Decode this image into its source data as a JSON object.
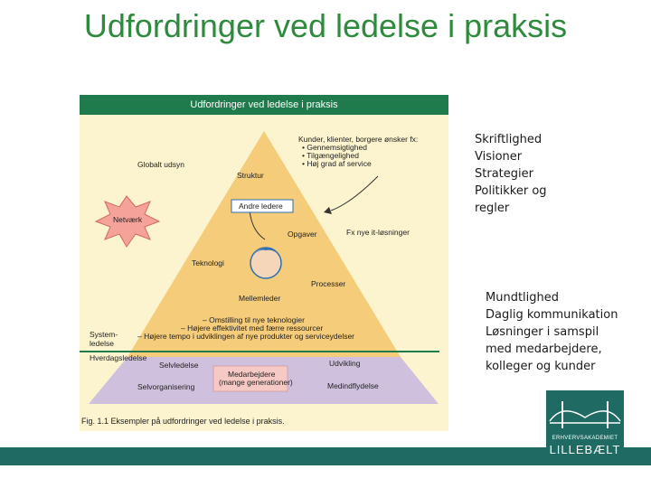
{
  "slide": {
    "title": "Udfordringer ved ledelse i praksis"
  },
  "figure": {
    "header": "Udfordringer ved ledelse i praksis",
    "caption": "Fig. 1.1 Eksempler på udfordringer ved ledelse i praksis.",
    "labels": {
      "kunder_title": "Kunder, klienter, borgere ønsker fx:",
      "kunder_1": "• Gennemsigtighed",
      "kunder_2": "• Tilgængelighed",
      "kunder_3": "• Høj grad af service",
      "globalt": "Globalt udsyn",
      "struktur": "Struktur",
      "netvaerk": "Netværk",
      "andre_ledere": "Andre ledere",
      "opgaver": "Opgaver",
      "fx_it": "Fx nye it-løsninger",
      "teknologi": "Teknologi",
      "processer": "Processer",
      "mellemleder": "Mellemleder",
      "omstilling": "– Omstilling til nye teknologier",
      "effektivitet": "– Højere effektivitet med færre ressourcer",
      "tempo": "– Højere tempo i udviklingen af nye produkter og serviceydelser",
      "system": "System-",
      "ledelse": "ledelse",
      "hverdagsledelse": "Hverdagsledelse",
      "selvledelse": "Selvledelse",
      "udvikling": "Udvikling",
      "medarbejdere": "Medarbejdere",
      "generationer": "(mange generationer)",
      "selvorganisering": "Selvorganisering",
      "medindflydelse": "Medindflydelse"
    }
  },
  "notes": {
    "skriftlighed": "Skriftlighed\nVisioner\nStrategier\nPolitikker og\nregler",
    "mundtlighed": "Mundtlighed\nDaglig kommunikation\nLøsninger i samspil\nmed medarbejdere,\nkolleger og kunder"
  },
  "logo": {
    "line1": "ERHVERVSAKADEMIET",
    "line2": "LILLEBÆLT"
  },
  "colors": {
    "title_green": "#2e8b3e",
    "header_green": "#1f7a4c",
    "bar_teal": "#1f6b63"
  }
}
